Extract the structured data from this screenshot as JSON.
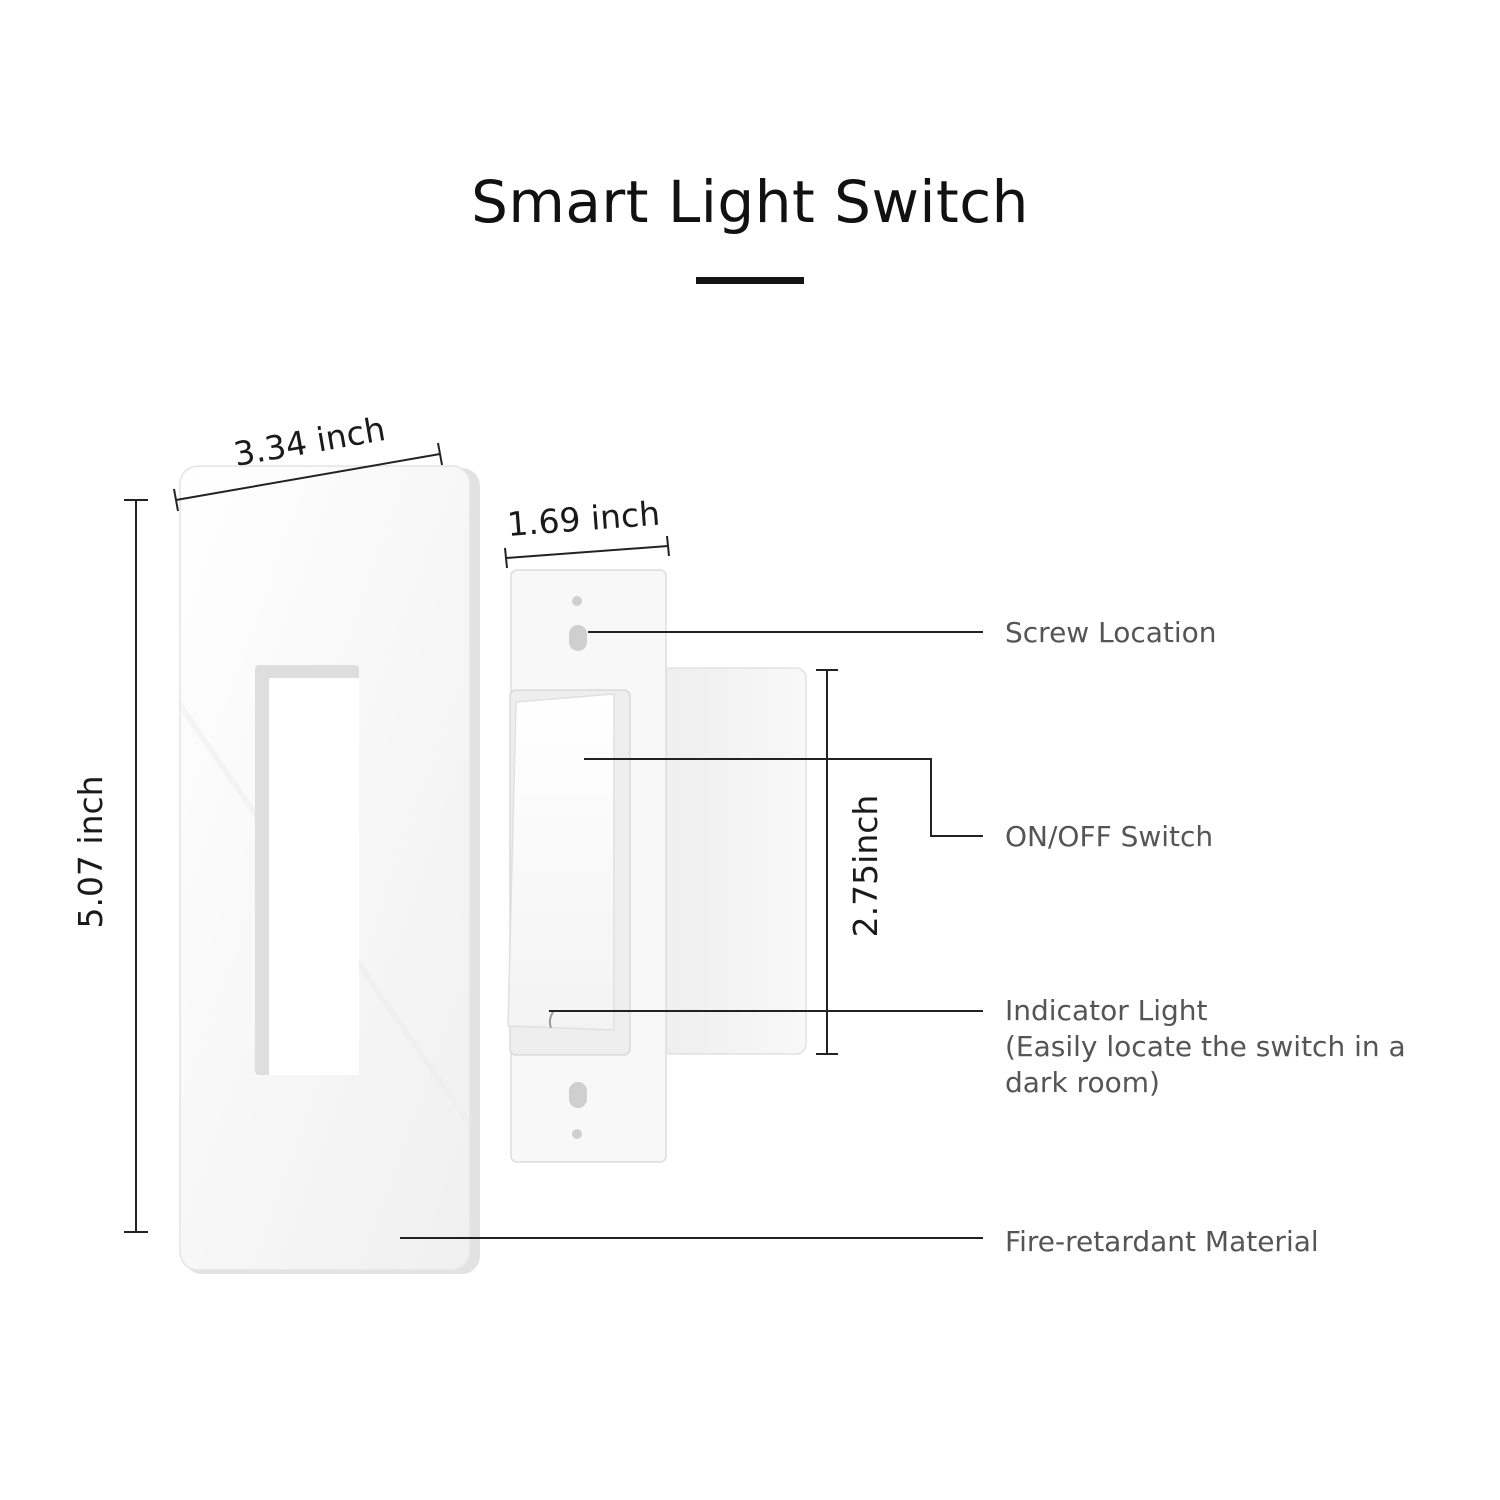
{
  "title": "Smart Light Switch",
  "dimensions": {
    "plate_width": "3.34 inch",
    "plate_height": "5.07 inch",
    "switch_width": "1.69 inch",
    "switch_height": "2.75inch"
  },
  "callouts": {
    "screw_location": "Screw Location",
    "on_off_switch": "ON/OFF Switch",
    "indicator_light": "Indicator Light",
    "indicator_note_line1": "(Easily locate the switch in a",
    "indicator_note_line2": "dark room)",
    "material": "Fire-retardant Material"
  },
  "colors": {
    "plate": "#fbfbfb",
    "plate_edge": "#dcdcdc",
    "text": "#555555",
    "line": "#222222"
  }
}
